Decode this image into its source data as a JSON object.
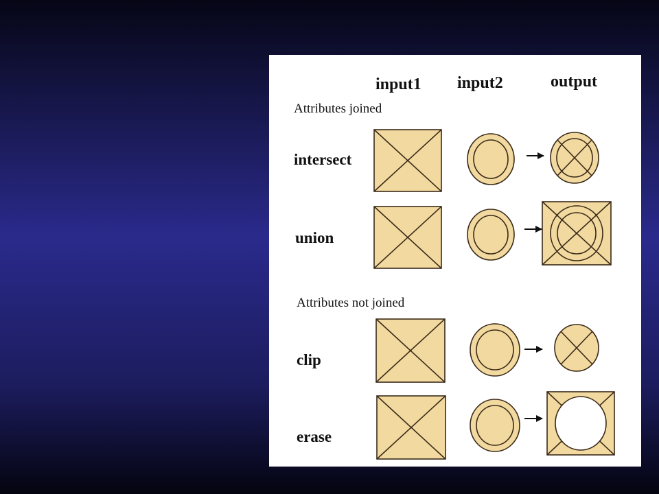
{
  "figure": {
    "columns": [
      "input1",
      "input2",
      "output"
    ],
    "sections": [
      {
        "title": "Attributes joined",
        "operations": [
          "intersect",
          "union"
        ]
      },
      {
        "title": "Attributes not joined",
        "operations": [
          "clip",
          "erase"
        ]
      }
    ]
  },
  "colors": {
    "background_top": "#0a0a28",
    "background_mid": "#2a2a8c",
    "panel": "#ffffff",
    "shape_fill": "#f2d9a0",
    "shape_stroke": "#3a2a18",
    "erase_hole": "#ffffff"
  }
}
